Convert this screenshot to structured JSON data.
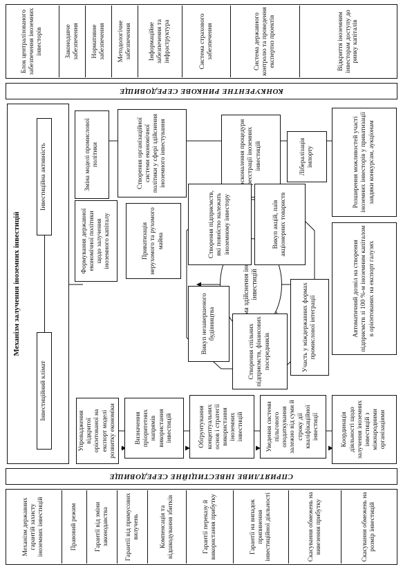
{
  "mechanism": {
    "title": "Механізм залучення іноземних інвестицій",
    "left_label": "Інвестиційний клімат",
    "right_label": "Інвестиційна активність"
  },
  "bars": {
    "top": "КОНКУРЕНТНЕ РИНКОВЕ СЕРЕДОВИЩЕ",
    "bottom": "СПРИЯТЛИВЕ ІНВЕСТИЦІЙНЕ СЕРЕДОВИЩЕ"
  },
  "top_panel": [
    "Блок централізованого забезпечення іноземних інвесторів",
    "Законодавче забезпечення",
    "Нормативне забезпечення",
    "Методологічне забезпечення",
    "Інформаційне забезпечення та інфраструктура",
    "Система страхового забезпечення",
    "Система державного контролю та проведення експертиз проектів",
    "Відкриття іноземним інвесторам доступу до ринку капіталів"
  ],
  "bottom_panel": [
    "Механізм державних гарантій захисту іноземних інвестицій",
    "Правовий режим",
    "Гарантії від зміни законодавства",
    "Гарантії від примусових вилучень",
    "Компенсація та відшкодування збитків",
    "Гарантії переказу й використання прибутку",
    "Гарантії на випадок припинення інвестиційної діяльності",
    "Скасування обмежень на вивезення прибутку",
    "Скасування обмежень на розмір інвестицій"
  ],
  "left_column": [
    "Упровадження відкритої орієнтованої на експорт моделі розвитку економіки",
    "Визначення пріоритетних напрямів використання інвестицій",
    "Обґрунтування концептуальних основ і стратегії використання іноземних інвестицій",
    "Уведення системи пільгового оподаткування залежно від суми й строку дії кваліфікаційної інвестиції",
    "Координація діяльності щодо залучення іноземних інвестицій з міжнародними організаціями"
  ],
  "middle": {
    "policy": "Формування державної економічної політики щодо залучення іноземного капіталу",
    "model": "Зміна моделі промислової політики",
    "org_system": "Створення організаційної системи економічної політики у сфері здійснення іноземного інвестування",
    "registration": "Удосконалення процедури реєстрації іноземних інвестицій",
    "liberalization": "Лібералізація імпорту",
    "expanding": "Розширення можливостей участі іноземних інвесторів у приватизації завдяки конкурсам, аукціонам",
    "auto_permission": "Автоматичний дозвіл на створення підприємств зі 100 %-м іноземним капіталом в орієнтованих на експорт галузях"
  },
  "forms": {
    "center": "Форма здійснення іноземних інвестицій",
    "privatization": "Приватизація нерухомого та рухомого майна",
    "enterprises": "Створення підприємств, які повністю належать іноземному інвестору",
    "shares": "Викуп акцій, паїв акціонерних товариств",
    "unfinished": "Викуп незавершеного будівництва",
    "joint": "Створення спільних підприємств, фінансових посередників",
    "participation": "Участь у міждержавних формах промислової інтеграції"
  }
}
